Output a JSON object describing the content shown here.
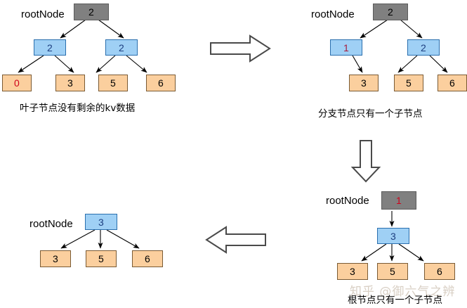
{
  "diagram": {
    "title": "B+ tree node merge / collapse process",
    "colors": {
      "root_fill": "#808080",
      "root_stroke": "#5b5b5b",
      "branch_fill": "#9fd0f5",
      "branch_stroke": "#2a6fae",
      "leaf_fill": "#fbcf9e",
      "leaf_stroke": "#7a5a33",
      "edge": "#000000",
      "value_red": "#d0021b",
      "value_crimson": "#a61b3c",
      "value_navy": "#1d3f80",
      "watermark": "#d8cfc4",
      "background": "#ffffff"
    },
    "root_label": "rootNode",
    "panels": [
      {
        "id": "panel-top-left",
        "root_label": "rootNode",
        "caption": "叶子节点没有剩余的kv数据",
        "nodes": [
          {
            "id": "tl-root",
            "kind": "root",
            "value": "2",
            "color": "black"
          },
          {
            "id": "tl-b1",
            "kind": "branch",
            "value": "2",
            "color": "navy"
          },
          {
            "id": "tl-b2",
            "kind": "branch",
            "value": "2",
            "color": "navy"
          },
          {
            "id": "tl-l1",
            "kind": "leaf",
            "value": "0",
            "color": "red"
          },
          {
            "id": "tl-l2",
            "kind": "leaf",
            "value": "3",
            "color": "black"
          },
          {
            "id": "tl-l3",
            "kind": "leaf",
            "value": "5",
            "color": "black"
          },
          {
            "id": "tl-l4",
            "kind": "leaf",
            "value": "6",
            "color": "black"
          }
        ],
        "edges": [
          [
            "tl-root",
            "tl-b1"
          ],
          [
            "tl-root",
            "tl-b2"
          ],
          [
            "tl-b1",
            "tl-l1"
          ],
          [
            "tl-b1",
            "tl-l2"
          ],
          [
            "tl-b2",
            "tl-l3"
          ],
          [
            "tl-b2",
            "tl-l4"
          ]
        ]
      },
      {
        "id": "panel-top-right",
        "root_label": "rootNode",
        "caption": "分支节点只有一个子节点",
        "nodes": [
          {
            "id": "tr-root",
            "kind": "root",
            "value": "2",
            "color": "black"
          },
          {
            "id": "tr-b1",
            "kind": "branch",
            "value": "1",
            "color": "crimson"
          },
          {
            "id": "tr-b2",
            "kind": "branch",
            "value": "2",
            "color": "navy"
          },
          {
            "id": "tr-l1",
            "kind": "leaf",
            "value": "3",
            "color": "black"
          },
          {
            "id": "tr-l2",
            "kind": "leaf",
            "value": "5",
            "color": "black"
          },
          {
            "id": "tr-l3",
            "kind": "leaf",
            "value": "6",
            "color": "black"
          }
        ],
        "edges": [
          [
            "tr-root",
            "tr-b1"
          ],
          [
            "tr-root",
            "tr-b2"
          ],
          [
            "tr-b1",
            "tr-l1"
          ],
          [
            "tr-b2",
            "tr-l2"
          ],
          [
            "tr-b2",
            "tr-l3"
          ]
        ]
      },
      {
        "id": "panel-bottom-right",
        "root_label": "rootNode",
        "caption": "根节点只有一个子节点",
        "nodes": [
          {
            "id": "br-root",
            "kind": "root",
            "value": "1",
            "color": "red"
          },
          {
            "id": "br-b1",
            "kind": "branch",
            "value": "3",
            "color": "navy"
          },
          {
            "id": "br-l1",
            "kind": "leaf",
            "value": "3",
            "color": "black"
          },
          {
            "id": "br-l2",
            "kind": "leaf",
            "value": "5",
            "color": "black"
          },
          {
            "id": "br-l3",
            "kind": "leaf",
            "value": "6",
            "color": "black"
          }
        ],
        "edges": [
          [
            "br-root",
            "br-b1"
          ],
          [
            "br-b1",
            "br-l1"
          ],
          [
            "br-b1",
            "br-l2"
          ],
          [
            "br-b1",
            "br-l3"
          ]
        ]
      },
      {
        "id": "panel-bottom-left",
        "root_label": "rootNode",
        "caption": "",
        "nodes": [
          {
            "id": "bl-root",
            "kind": "branch",
            "value": "3",
            "color": "navy"
          },
          {
            "id": "bl-l1",
            "kind": "leaf",
            "value": "3",
            "color": "black"
          },
          {
            "id": "bl-l2",
            "kind": "leaf",
            "value": "5",
            "color": "black"
          },
          {
            "id": "bl-l3",
            "kind": "leaf",
            "value": "6",
            "color": "black"
          }
        ],
        "edges": [
          [
            "bl-root",
            "bl-l1"
          ],
          [
            "bl-root",
            "bl-l2"
          ],
          [
            "bl-root",
            "bl-l3"
          ]
        ]
      }
    ],
    "flow_arrows": [
      {
        "id": "arrow-right",
        "direction": "right"
      },
      {
        "id": "arrow-down",
        "direction": "down"
      },
      {
        "id": "arrow-left",
        "direction": "left"
      }
    ],
    "watermark": "知乎 @御六气之辨"
  }
}
